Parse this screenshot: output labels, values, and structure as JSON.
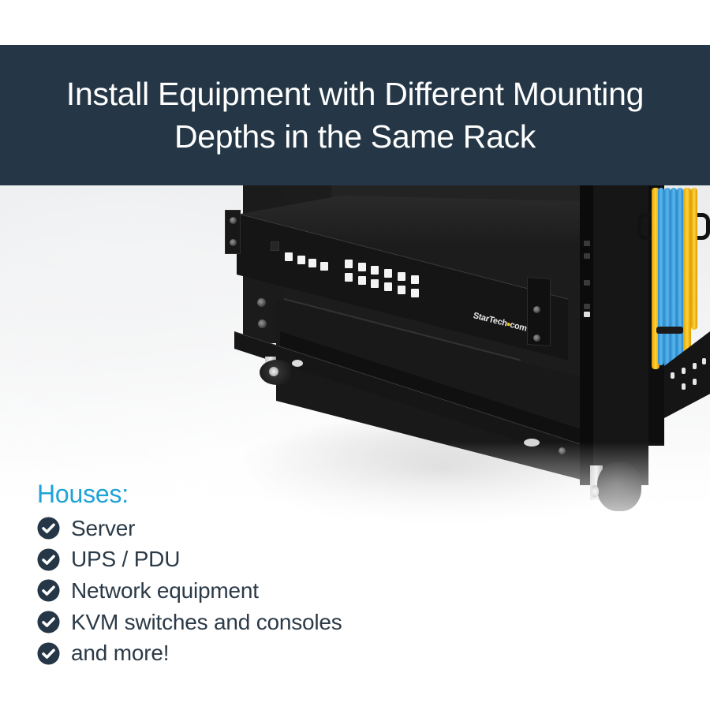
{
  "banner": {
    "title_line1": "Install Equipment with Different Mounting",
    "title_line2": "Depths in the Same Rack",
    "background_color": "#253746",
    "text_color": "#ffffff"
  },
  "product_photo": {
    "subject": "black open-frame server rack on casters with rack-mounted device and blue/yellow network cables",
    "device_brand_logo": "StarTech.com"
  },
  "houses": {
    "title": "Houses:",
    "title_color": "#1ea3d6",
    "icon": "check-circle-icon",
    "icon_color": "#253746",
    "items": [
      {
        "label": "Server"
      },
      {
        "label": "UPS / PDU"
      },
      {
        "label": "Network equipment"
      },
      {
        "label": "KVM switches and consoles"
      },
      {
        "label": "and more!"
      }
    ]
  }
}
